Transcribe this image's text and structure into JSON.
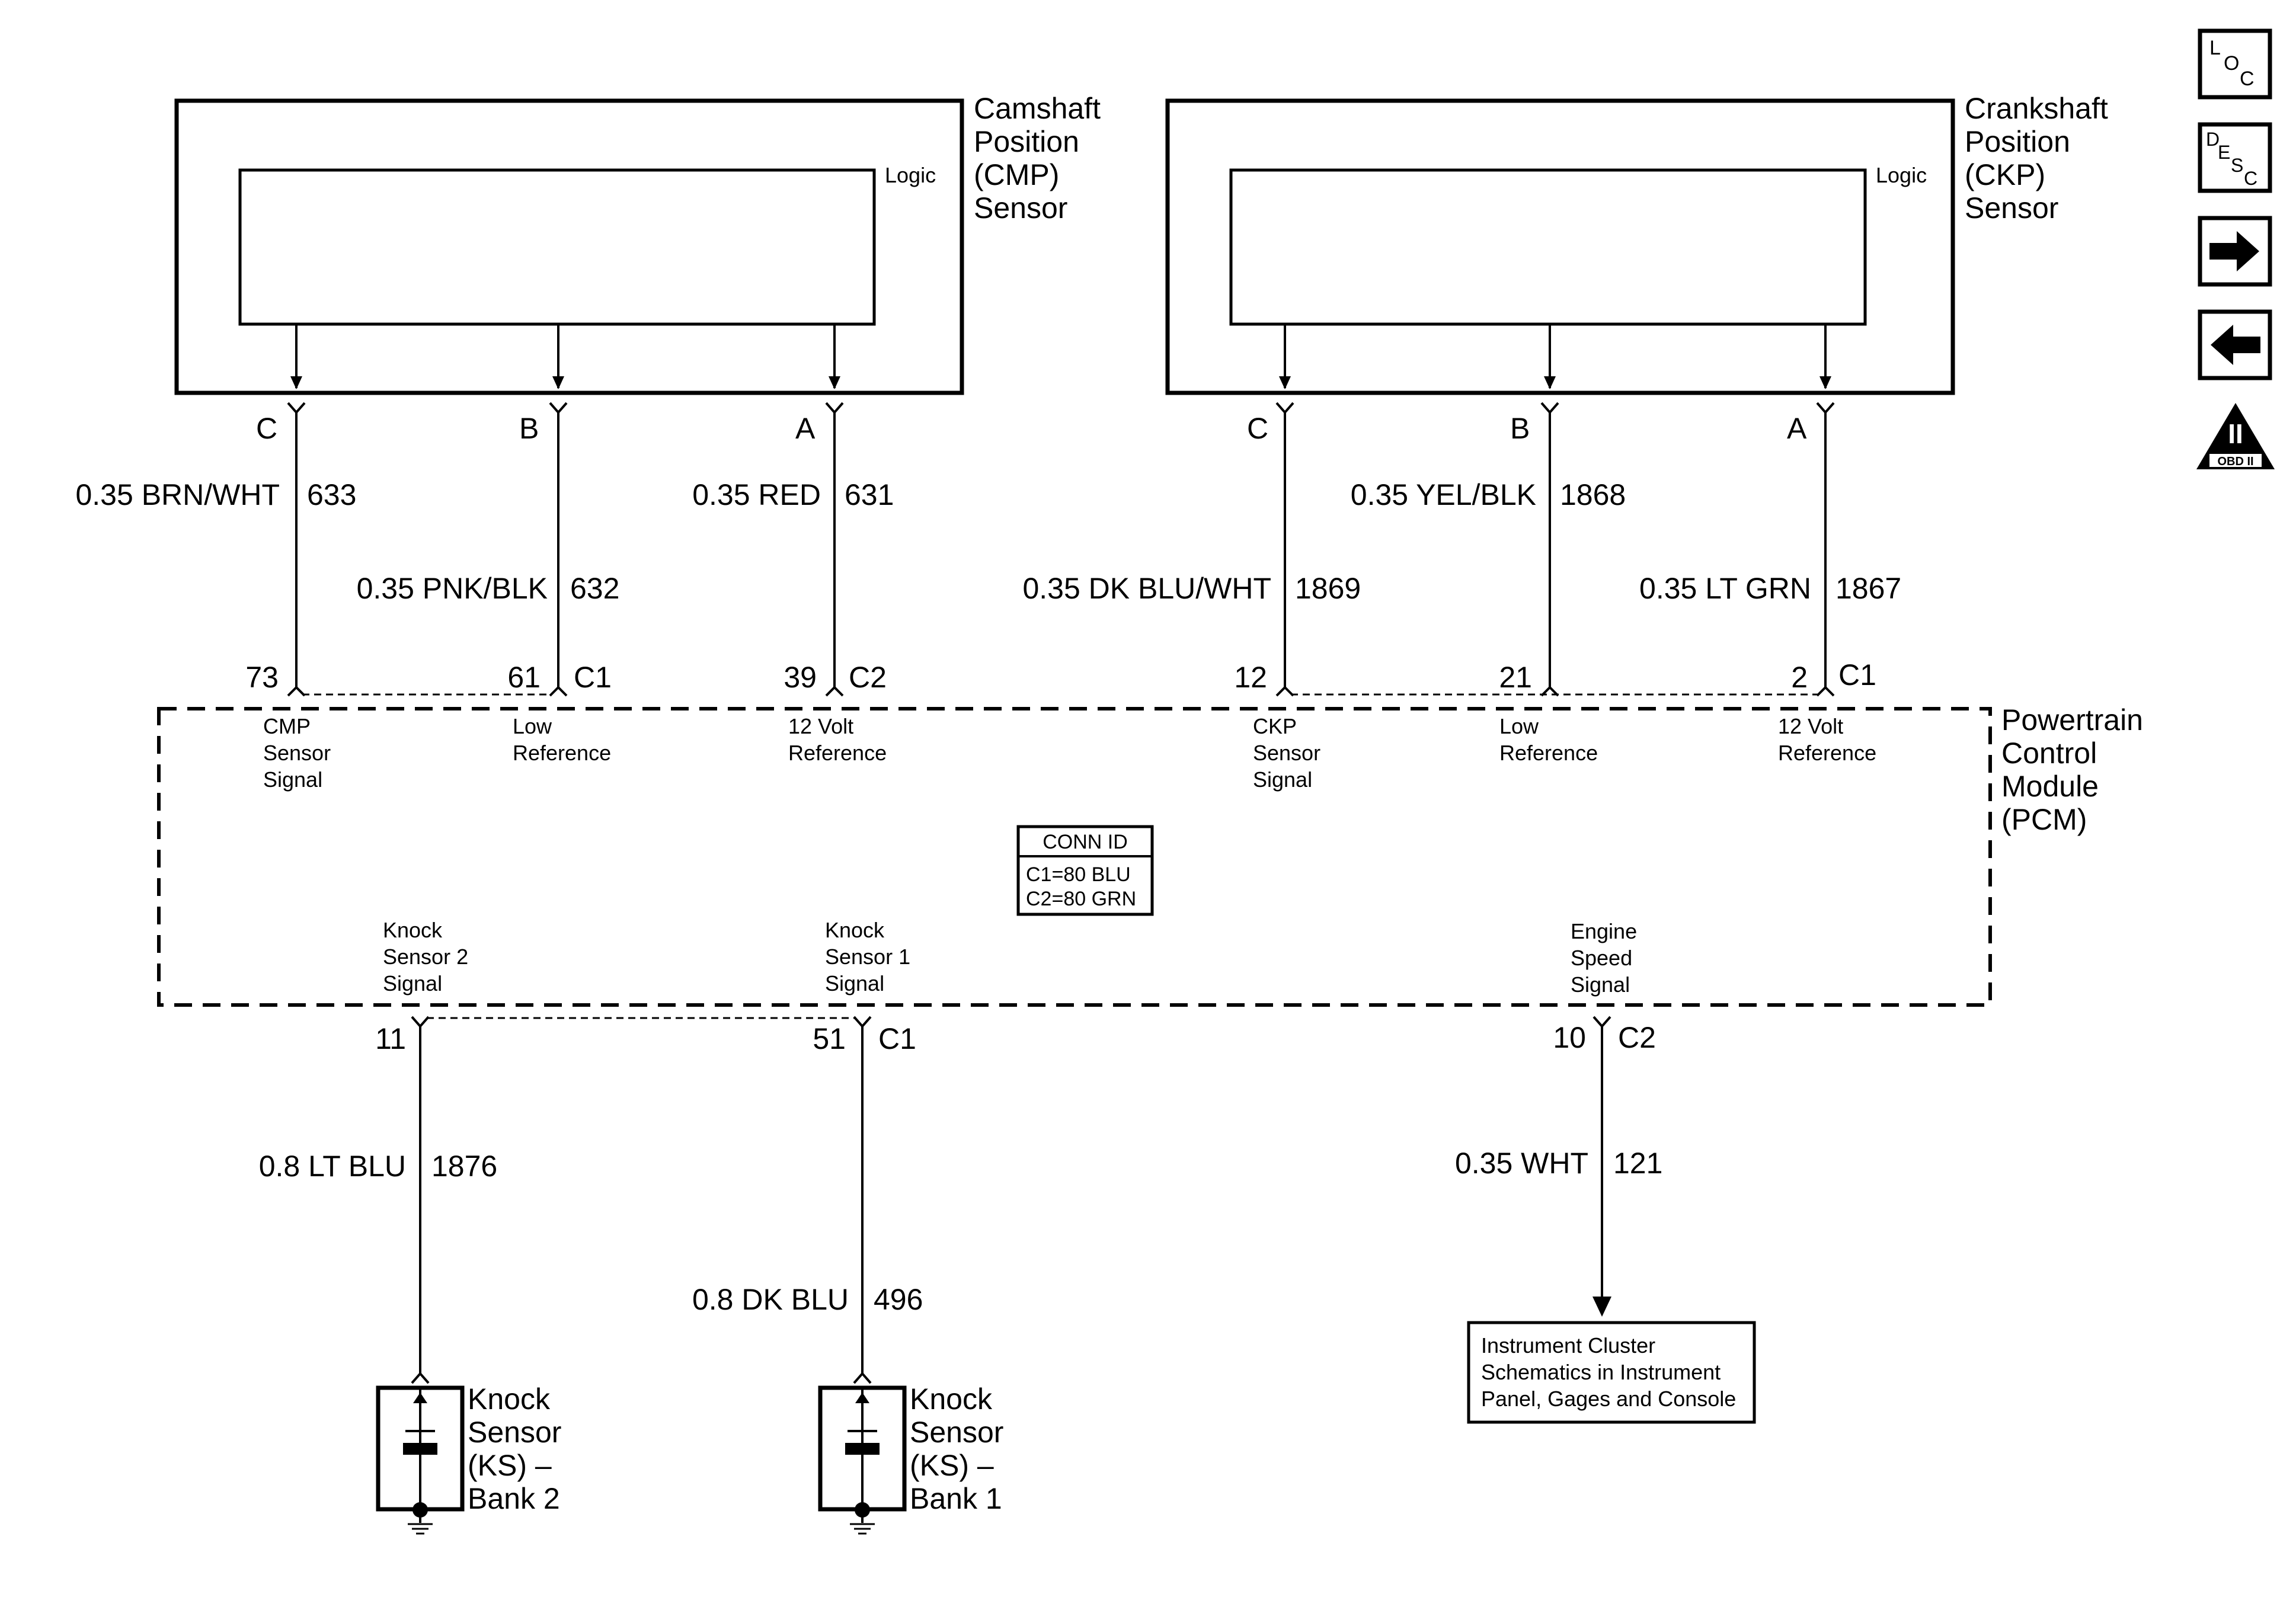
{
  "cmp_sensor": {
    "title": [
      "Camshaft",
      "Position",
      "(CMP)",
      "Sensor"
    ],
    "logic_label": "Logic",
    "pins": [
      "C",
      "B",
      "A"
    ]
  },
  "ckp_sensor": {
    "title": [
      "Crankshaft",
      "Position",
      "(CKP)",
      "Sensor"
    ],
    "logic_label": "Logic",
    "pins": [
      "C",
      "B",
      "A"
    ]
  },
  "cmp_wires": [
    {
      "spec": "0.35 BRN/WHT",
      "circuit": "633",
      "pcm_pin": "73",
      "connector": ""
    },
    {
      "spec": "0.35 PNK/BLK",
      "circuit": "632",
      "pcm_pin": "61",
      "connector": "C1"
    },
    {
      "spec": "0.35 RED",
      "circuit": "631",
      "pcm_pin": "39",
      "connector": "C2"
    }
  ],
  "ckp_wires": [
    {
      "spec": "0.35 DK BLU/WHT",
      "circuit": "1869",
      "pcm_pin": "12",
      "connector": ""
    },
    {
      "spec": "0.35 YEL/BLK",
      "circuit": "1868",
      "pcm_pin": "21",
      "connector": ""
    },
    {
      "spec": "0.35 LT GRN",
      "circuit": "1867",
      "pcm_pin": "2",
      "connector": "C1"
    }
  ],
  "pcm": {
    "title": [
      "Powertrain",
      "Control",
      "Module",
      "(PCM)"
    ],
    "pin_labels_top": [
      [
        "CMP",
        "Sensor",
        "Signal"
      ],
      [
        "Low",
        "Reference"
      ],
      [
        "12 Volt",
        "Reference"
      ],
      [
        "CKP",
        "Sensor",
        "Signal"
      ],
      [
        "Low",
        "Reference"
      ],
      [
        "12 Volt",
        "Reference"
      ]
    ],
    "pin_labels_bottom": [
      [
        "Knock",
        "Sensor 2",
        "Signal"
      ],
      [
        "Knock",
        "Sensor 1",
        "Signal"
      ],
      [
        "Engine",
        "Speed",
        "Signal"
      ]
    ],
    "conn_id": {
      "header": "CONN ID",
      "lines": [
        "C1=80 BLU",
        "C2=80 GRN"
      ]
    }
  },
  "bottom_wires": [
    {
      "spec": "0.8 LT BLU",
      "circuit": "1876",
      "pcm_pin": "11",
      "connector": ""
    },
    {
      "spec": "0.8 DK BLU",
      "circuit": "496",
      "pcm_pin": "51",
      "connector": "C1"
    },
    {
      "spec": "0.35 WHT",
      "circuit": "121",
      "pcm_pin": "10",
      "connector": "C2"
    }
  ],
  "knock_sensors": [
    {
      "label": [
        "Knock",
        "Sensor",
        "(KS) –",
        "Bank 2"
      ]
    },
    {
      "label": [
        "Knock",
        "Sensor",
        "(KS) –",
        "Bank 1"
      ]
    }
  ],
  "instrument_ref": {
    "lines": [
      "Instrument Cluster",
      "Schematics in Instrument",
      "Panel, Gages and Console"
    ]
  },
  "nav_icons": {
    "loc": [
      "L",
      "O",
      "C"
    ],
    "desc": [
      "D",
      "E",
      "S",
      "C"
    ],
    "obd_numeral": "II",
    "obd_text": "OBD II"
  }
}
